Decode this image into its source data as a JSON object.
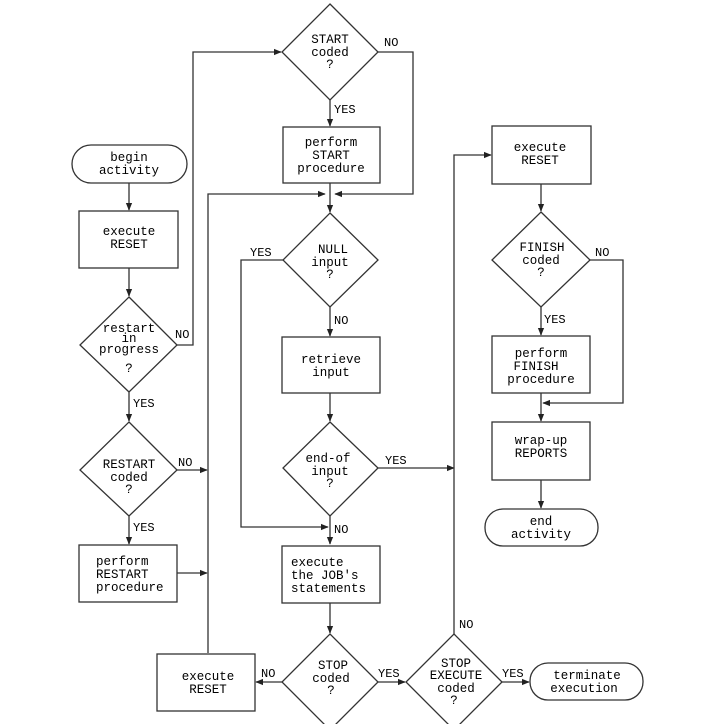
{
  "diagram": {
    "type": "flowchart",
    "nodes": {
      "begin": [
        "begin",
        "activity"
      ],
      "reset_left": [
        "execute",
        "RESET"
      ],
      "restart_progress": [
        "restart",
        "in",
        "progress",
        "",
        "?"
      ],
      "restart_coded": [
        "RESTART",
        "coded",
        "?"
      ],
      "perform_restart": [
        "perform",
        "RESTART",
        "procedure"
      ],
      "reset_bottom": [
        "execute",
        "RESET"
      ],
      "start_coded": [
        "START",
        "coded",
        "?"
      ],
      "perform_start": [
        "perform",
        "START",
        "procedure"
      ],
      "null_input": [
        "NULL",
        "input",
        "?"
      ],
      "retrieve_input": [
        "retrieve",
        "input"
      ],
      "end_of_input": [
        "end-of",
        "input",
        "?"
      ],
      "execute_job": [
        "execute",
        "the JOB's",
        "statements"
      ],
      "stop_coded": [
        "STOP",
        "coded",
        "?"
      ],
      "stop_execute_coded": [
        "STOP",
        "EXECUTE",
        "coded",
        "?"
      ],
      "terminate": [
        "terminate",
        "execution"
      ],
      "reset_right": [
        "execute",
        "RESET"
      ],
      "finish_coded": [
        "FINISH",
        "coded",
        "?"
      ],
      "perform_finish": [
        "perform",
        "FINISH",
        "procedure"
      ],
      "wrapup": [
        "wrap-up",
        "REPORTS"
      ],
      "end": [
        "end",
        "activity"
      ]
    },
    "edge_labels": {
      "start_no": "NO",
      "start_yes": "YES",
      "null_yes": "YES",
      "null_no": "NO",
      "restart_progress_no": "NO",
      "restart_progress_yes": "YES",
      "restart_coded_no": "NO",
      "restart_coded_yes": "YES",
      "eoi_yes": "YES",
      "eoi_no": "NO",
      "finish_no": "NO",
      "finish_yes": "YES",
      "stop_no": "NO",
      "stop_yes": "YES",
      "stop_exec_no": "NO",
      "stop_exec_yes": "YES"
    }
  }
}
